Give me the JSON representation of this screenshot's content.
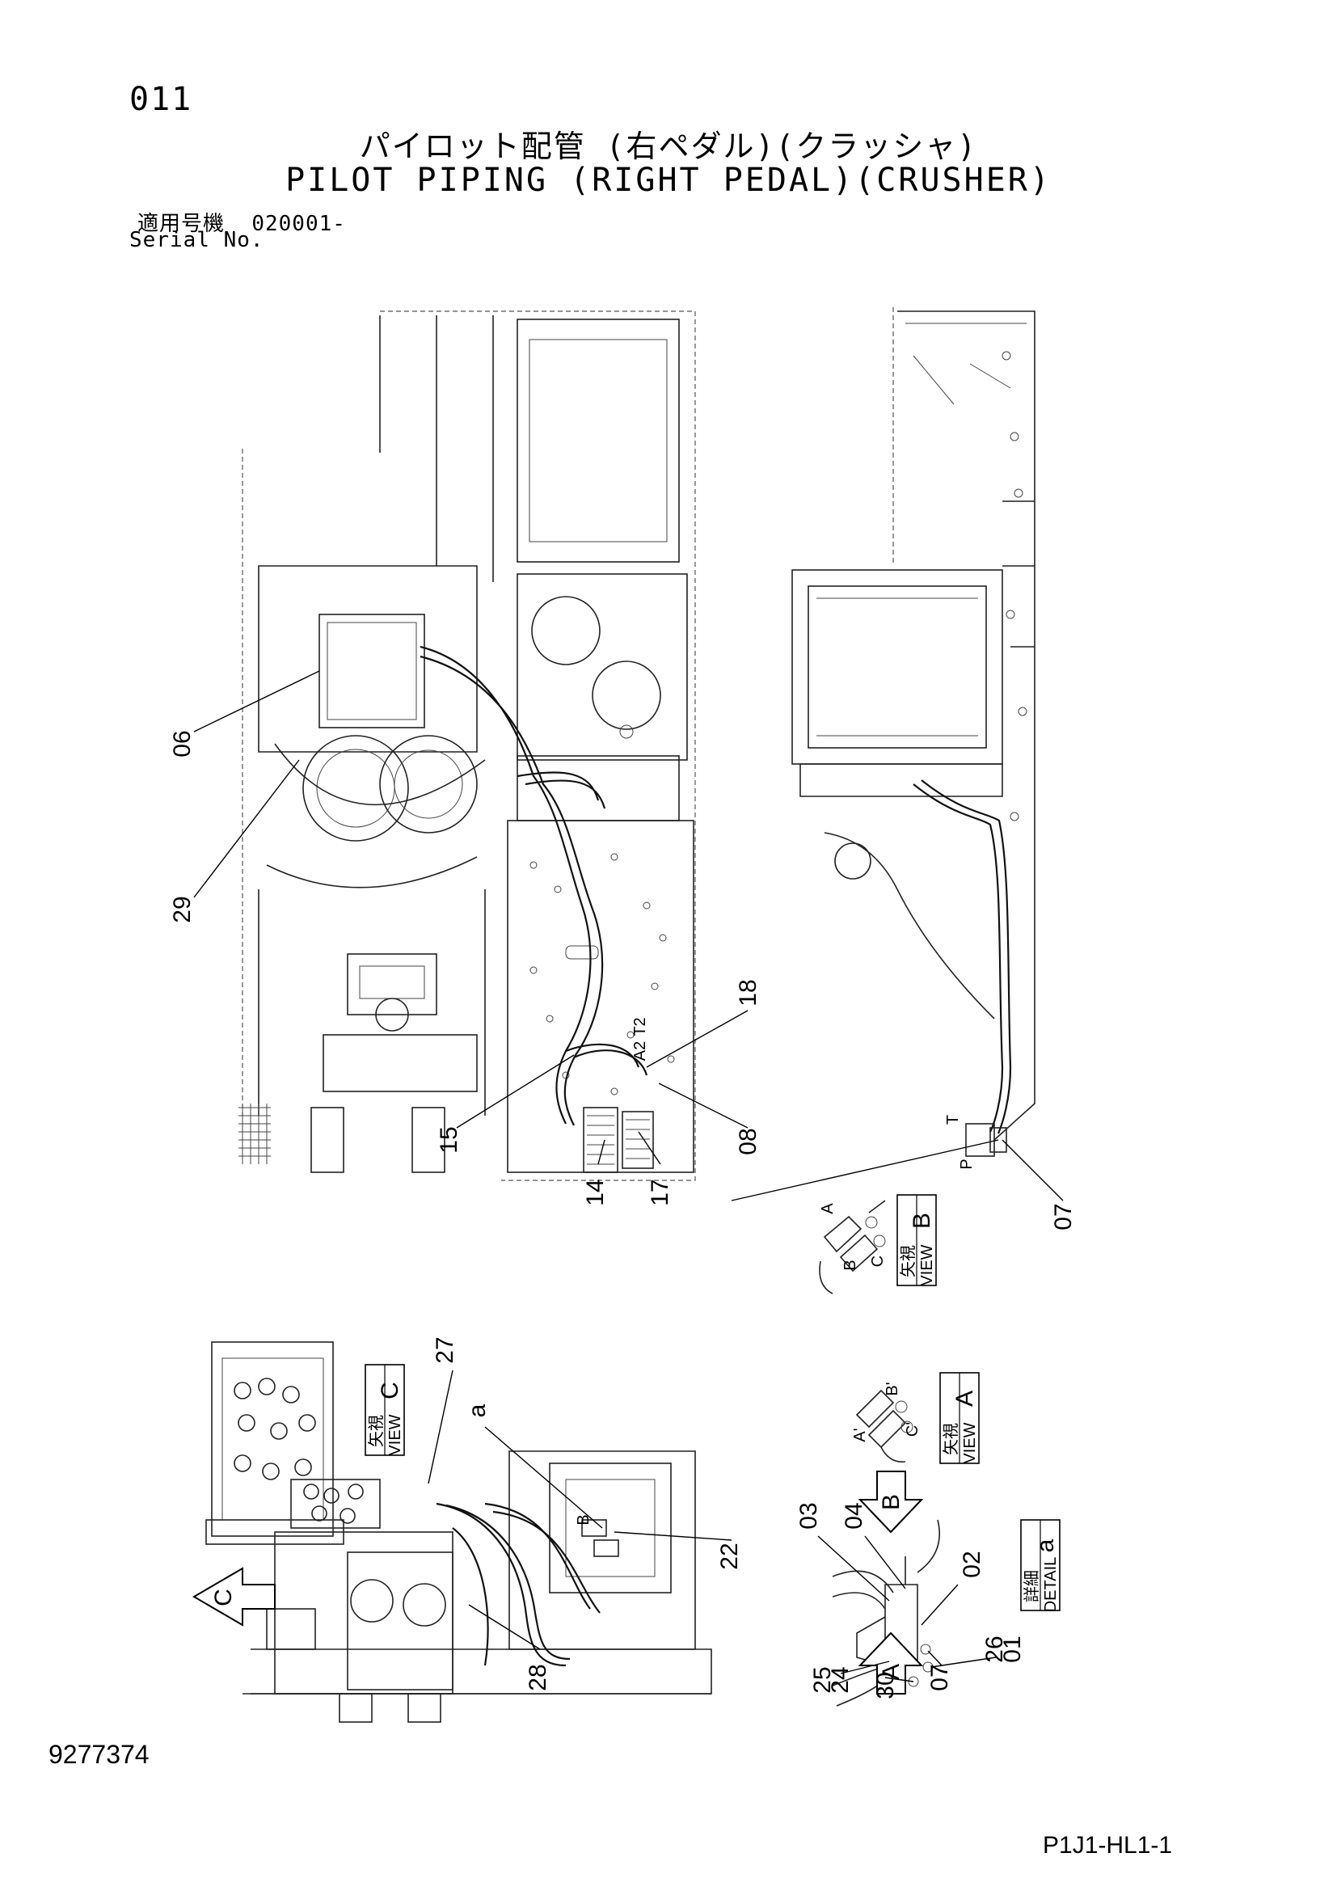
{
  "header": {
    "page_number": "011",
    "title_jp": "パイロット配管 (右ペダル)(クラッシャ)",
    "title_en": "PILOT PIPING (RIGHT PEDAL)(CRUSHER)",
    "serial_label_jp": "適用号機",
    "serial_value": "020001-",
    "serial_label_en": "Serial No."
  },
  "footer": {
    "doc_number": "9277374",
    "sheet_code": "P1J1-HL1-1"
  },
  "part_callouts": {
    "c06": "06",
    "c29": "29",
    "c15": "15",
    "c14": "14",
    "c17": "17",
    "c18": "18",
    "c08": "08",
    "c07_main": "07",
    "c27": "27",
    "c22": "22",
    "c28": "28",
    "c03": "03",
    "c04": "04",
    "c02": "02",
    "c07_detail": "07",
    "c26": "26",
    "c01": "01",
    "c25": "25",
    "c24": "24",
    "c30": "30"
  },
  "port_labels": {
    "a2": "A2",
    "t2": "T2",
    "t": "T",
    "p": "P",
    "a": "A",
    "b": "B",
    "c": "C",
    "a_prime": "A'",
    "b_prime": "B'",
    "c_prime": "C'",
    "b_small": "B",
    "detail_a_marker": "a"
  },
  "view_boxes": {
    "view_b": {
      "jp": "矢視",
      "en": "VIEW",
      "letter": "B"
    },
    "view_c": {
      "jp": "矢視",
      "en": "VIEW",
      "letter": "C"
    },
    "view_a": {
      "jp": "矢視",
      "en": "VIEW",
      "letter": "A"
    },
    "detail_a": {
      "jp": "詳細",
      "en": "DETAIL",
      "letter": "a"
    }
  },
  "direction_arrows": {
    "arrow_b": "B",
    "arrow_a": "A",
    "arrow_c": "C"
  }
}
